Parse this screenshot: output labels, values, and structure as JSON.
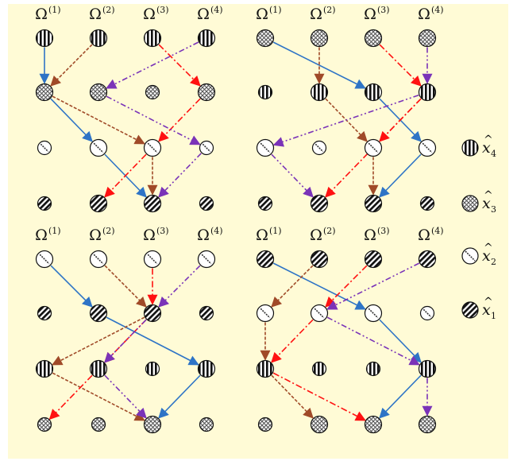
{
  "colors": {
    "background": "#fffbd6",
    "blue": "#2e74c6",
    "brown": "#a04a28",
    "red": "#ff1111",
    "purple": "#7a33b8"
  },
  "legend": [
    {
      "id": "x4",
      "pattern": "vertical-stripes",
      "label": "x",
      "sub": "4"
    },
    {
      "id": "x3",
      "pattern": "crosshatch",
      "label": "x",
      "sub": "3"
    },
    {
      "id": "x2",
      "pattern": "single-diagonal",
      "label": "x",
      "sub": "2"
    },
    {
      "id": "x1",
      "pattern": "dense-diagonal",
      "label": "x",
      "sub": "1"
    }
  ],
  "panels": [
    {
      "id": "top-left",
      "headers": [
        {
          "base": "Ω",
          "sup": "(1)"
        },
        {
          "base": "Ω",
          "sup": "(2)"
        },
        {
          "base": "Ω",
          "sup": "(3)"
        },
        {
          "base": "Ω",
          "sup": "(4)"
        }
      ],
      "rows": [
        {
          "pattern": "vertical-stripes",
          "sizes": [
            "l",
            "l",
            "l",
            "l"
          ]
        },
        {
          "pattern": "crosshatch",
          "sizes": [
            "l",
            "l",
            "s",
            "l"
          ]
        },
        {
          "pattern": "single-diagonal",
          "sizes": [
            "s",
            "l",
            "l",
            "s"
          ]
        },
        {
          "pattern": "dense-diagonal",
          "sizes": [
            "s",
            "l",
            "l",
            "s"
          ]
        }
      ],
      "arrows": [
        {
          "from": [
            0,
            0
          ],
          "to": [
            1,
            0
          ],
          "color": "blue"
        },
        {
          "from": [
            0,
            1
          ],
          "to": [
            1,
            0
          ],
          "color": "brown"
        },
        {
          "from": [
            0,
            2
          ],
          "to": [
            1,
            3
          ],
          "color": "red"
        },
        {
          "from": [
            0,
            3
          ],
          "to": [
            1,
            1
          ],
          "color": "purple"
        },
        {
          "from": [
            1,
            0
          ],
          "to": [
            2,
            1
          ],
          "color": "blue"
        },
        {
          "from": [
            1,
            0
          ],
          "to": [
            2,
            2
          ],
          "color": "brown"
        },
        {
          "from": [
            1,
            3
          ],
          "to": [
            2,
            2
          ],
          "color": "red"
        },
        {
          "from": [
            1,
            1
          ],
          "to": [
            2,
            3
          ],
          "color": "purple"
        },
        {
          "from": [
            2,
            1
          ],
          "to": [
            3,
            2
          ],
          "color": "blue"
        },
        {
          "from": [
            2,
            2
          ],
          "to": [
            3,
            2
          ],
          "color": "brown"
        },
        {
          "from": [
            2,
            2
          ],
          "to": [
            3,
            1
          ],
          "color": "red"
        },
        {
          "from": [
            2,
            3
          ],
          "to": [
            3,
            2
          ],
          "color": "purple"
        }
      ]
    },
    {
      "id": "top-right",
      "headers": [
        {
          "base": "Ω",
          "sup": "(1)"
        },
        {
          "base": "Ω",
          "sup": "(2)"
        },
        {
          "base": "Ω",
          "sup": "(3)"
        },
        {
          "base": "Ω",
          "sup": "(4)"
        }
      ],
      "rows": [
        {
          "pattern": "crosshatch",
          "sizes": [
            "l",
            "l",
            "l",
            "l"
          ]
        },
        {
          "pattern": "vertical-stripes",
          "sizes": [
            "s",
            "l",
            "l",
            "l"
          ]
        },
        {
          "pattern": "single-diagonal",
          "sizes": [
            "l",
            "s",
            "l",
            "l"
          ]
        },
        {
          "pattern": "dense-diagonal",
          "sizes": [
            "s",
            "l",
            "l",
            "s"
          ]
        }
      ],
      "arrows": [
        {
          "from": [
            0,
            0
          ],
          "to": [
            1,
            2
          ],
          "color": "blue"
        },
        {
          "from": [
            0,
            1
          ],
          "to": [
            1,
            1
          ],
          "color": "brown"
        },
        {
          "from": [
            0,
            2
          ],
          "to": [
            1,
            3
          ],
          "color": "red"
        },
        {
          "from": [
            0,
            3
          ],
          "to": [
            1,
            3
          ],
          "color": "purple"
        },
        {
          "from": [
            1,
            2
          ],
          "to": [
            2,
            3
          ],
          "color": "blue"
        },
        {
          "from": [
            1,
            1
          ],
          "to": [
            2,
            2
          ],
          "color": "brown"
        },
        {
          "from": [
            1,
            3
          ],
          "to": [
            2,
            2
          ],
          "color": "red"
        },
        {
          "from": [
            1,
            3
          ],
          "to": [
            2,
            0
          ],
          "color": "purple"
        },
        {
          "from": [
            2,
            3
          ],
          "to": [
            3,
            2
          ],
          "color": "blue"
        },
        {
          "from": [
            2,
            2
          ],
          "to": [
            3,
            2
          ],
          "color": "brown"
        },
        {
          "from": [
            1,
            3
          ],
          "to": [
            3,
            1
          ],
          "color": "red"
        },
        {
          "from": [
            2,
            0
          ],
          "to": [
            3,
            1
          ],
          "color": "purple"
        }
      ]
    },
    {
      "id": "bottom-left",
      "headers": [
        {
          "base": "Ω",
          "sup": "(1)"
        },
        {
          "base": "Ω",
          "sup": "(2)"
        },
        {
          "base": "Ω",
          "sup": "(3)"
        },
        {
          "base": "Ω",
          "sup": "(4)"
        }
      ],
      "rows": [
        {
          "pattern": "single-diagonal",
          "sizes": [
            "l",
            "l",
            "l",
            "l"
          ]
        },
        {
          "pattern": "dense-diagonal",
          "sizes": [
            "s",
            "l",
            "l",
            "s"
          ]
        },
        {
          "pattern": "vertical-stripes",
          "sizes": [
            "l",
            "l",
            "s",
            "l"
          ]
        },
        {
          "pattern": "crosshatch",
          "sizes": [
            "s",
            "s",
            "l",
            "s"
          ]
        }
      ],
      "arrows": [
        {
          "from": [
            0,
            0
          ],
          "to": [
            1,
            1
          ],
          "color": "blue"
        },
        {
          "from": [
            0,
            1
          ],
          "to": [
            1,
            2
          ],
          "color": "brown"
        },
        {
          "from": [
            0,
            2
          ],
          "to": [
            1,
            2
          ],
          "color": "red"
        },
        {
          "from": [
            0,
            3
          ],
          "to": [
            1,
            2
          ],
          "color": "purple"
        },
        {
          "from": [
            1,
            1
          ],
          "to": [
            2,
            3
          ],
          "color": "blue"
        },
        {
          "from": [
            1,
            2
          ],
          "to": [
            2,
            0
          ],
          "color": "brown"
        },
        {
          "from": [
            1,
            2
          ],
          "to": [
            2,
            1
          ],
          "color": "red"
        },
        {
          "from": [
            1,
            2
          ],
          "to": [
            2,
            1
          ],
          "color": "purple"
        },
        {
          "from": [
            2,
            3
          ],
          "to": [
            3,
            2
          ],
          "color": "blue"
        },
        {
          "from": [
            2,
            0
          ],
          "to": [
            3,
            2
          ],
          "color": "brown"
        },
        {
          "from": [
            2,
            1
          ],
          "to": [
            3,
            0
          ],
          "color": "red"
        },
        {
          "from": [
            2,
            1
          ],
          "to": [
            3,
            2
          ],
          "color": "purple"
        }
      ]
    },
    {
      "id": "bottom-right",
      "headers": [
        {
          "base": "Ω",
          "sup": "(1)"
        },
        {
          "base": "Ω",
          "sup": "(2)"
        },
        {
          "base": "Ω",
          "sup": "(3)"
        },
        {
          "base": "Ω",
          "sup": "(4)"
        }
      ],
      "rows": [
        {
          "pattern": "dense-diagonal",
          "sizes": [
            "l",
            "l",
            "l",
            "l"
          ]
        },
        {
          "pattern": "single-diagonal",
          "sizes": [
            "l",
            "l",
            "l",
            "s"
          ]
        },
        {
          "pattern": "vertical-stripes",
          "sizes": [
            "l",
            "s",
            "s",
            "l"
          ]
        },
        {
          "pattern": "crosshatch",
          "sizes": [
            "s",
            "l",
            "l",
            "l"
          ]
        }
      ],
      "arrows": [
        {
          "from": [
            0,
            0
          ],
          "to": [
            1,
            2
          ],
          "color": "blue"
        },
        {
          "from": [
            0,
            1
          ],
          "to": [
            1,
            0
          ],
          "color": "brown"
        },
        {
          "from": [
            0,
            2
          ],
          "to": [
            1,
            1
          ],
          "color": "red"
        },
        {
          "from": [
            0,
            3
          ],
          "to": [
            1,
            1
          ],
          "color": "purple"
        },
        {
          "from": [
            1,
            2
          ],
          "to": [
            2,
            3
          ],
          "color": "blue"
        },
        {
          "from": [
            1,
            0
          ],
          "to": [
            2,
            0
          ],
          "color": "brown"
        },
        {
          "from": [
            1,
            1
          ],
          "to": [
            2,
            0
          ],
          "color": "red"
        },
        {
          "from": [
            1,
            1
          ],
          "to": [
            2,
            3
          ],
          "color": "purple"
        },
        {
          "from": [
            2,
            3
          ],
          "to": [
            3,
            2
          ],
          "color": "blue"
        },
        {
          "from": [
            2,
            0
          ],
          "to": [
            3,
            1
          ],
          "color": "brown"
        },
        {
          "from": [
            2,
            0
          ],
          "to": [
            3,
            2
          ],
          "color": "red"
        },
        {
          "from": [
            2,
            3
          ],
          "to": [
            3,
            3
          ],
          "color": "purple"
        }
      ]
    }
  ]
}
